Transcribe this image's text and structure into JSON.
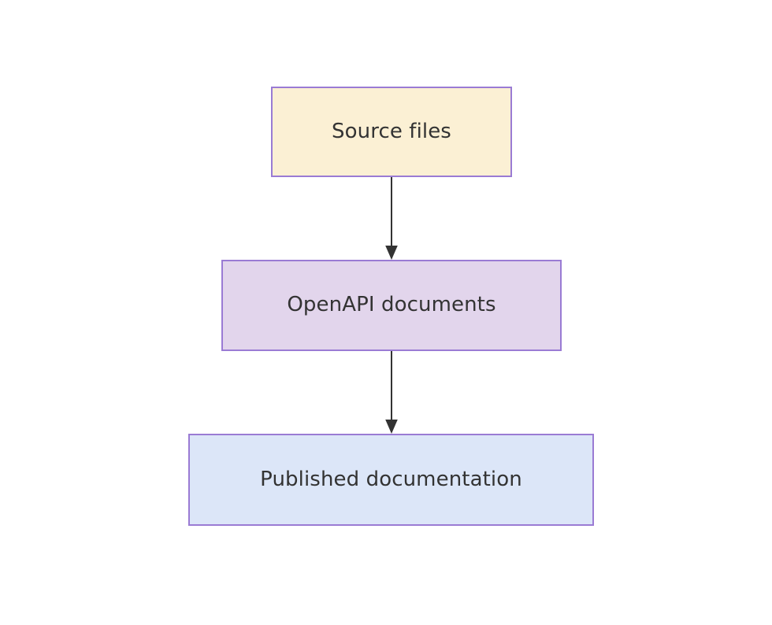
{
  "diagram": {
    "type": "flowchart",
    "direction": "top-down",
    "background_color": "#ffffff",
    "nodes": [
      {
        "id": "source-files",
        "label": "Source files",
        "fill_color": "#fbf0d4",
        "border_color": "#9a7bd4",
        "text_color": "#333333"
      },
      {
        "id": "openapi-documents",
        "label": "OpenAPI documents",
        "fill_color": "#e2d5ec",
        "border_color": "#9a7bd4",
        "text_color": "#333333"
      },
      {
        "id": "published-documentation",
        "label": "Published documentation",
        "fill_color": "#dce6f8",
        "border_color": "#9a7bd4",
        "text_color": "#333333"
      }
    ],
    "edges": [
      {
        "id": "edge-source-to-openapi",
        "from": "source-files",
        "to": "openapi-documents",
        "label": "",
        "color": "#333333",
        "arrowhead": "filled-triangle"
      },
      {
        "id": "edge-openapi-to-published",
        "from": "openapi-documents",
        "to": "published-documentation",
        "label": "",
        "color": "#333333",
        "arrowhead": "filled-triangle"
      }
    ]
  }
}
